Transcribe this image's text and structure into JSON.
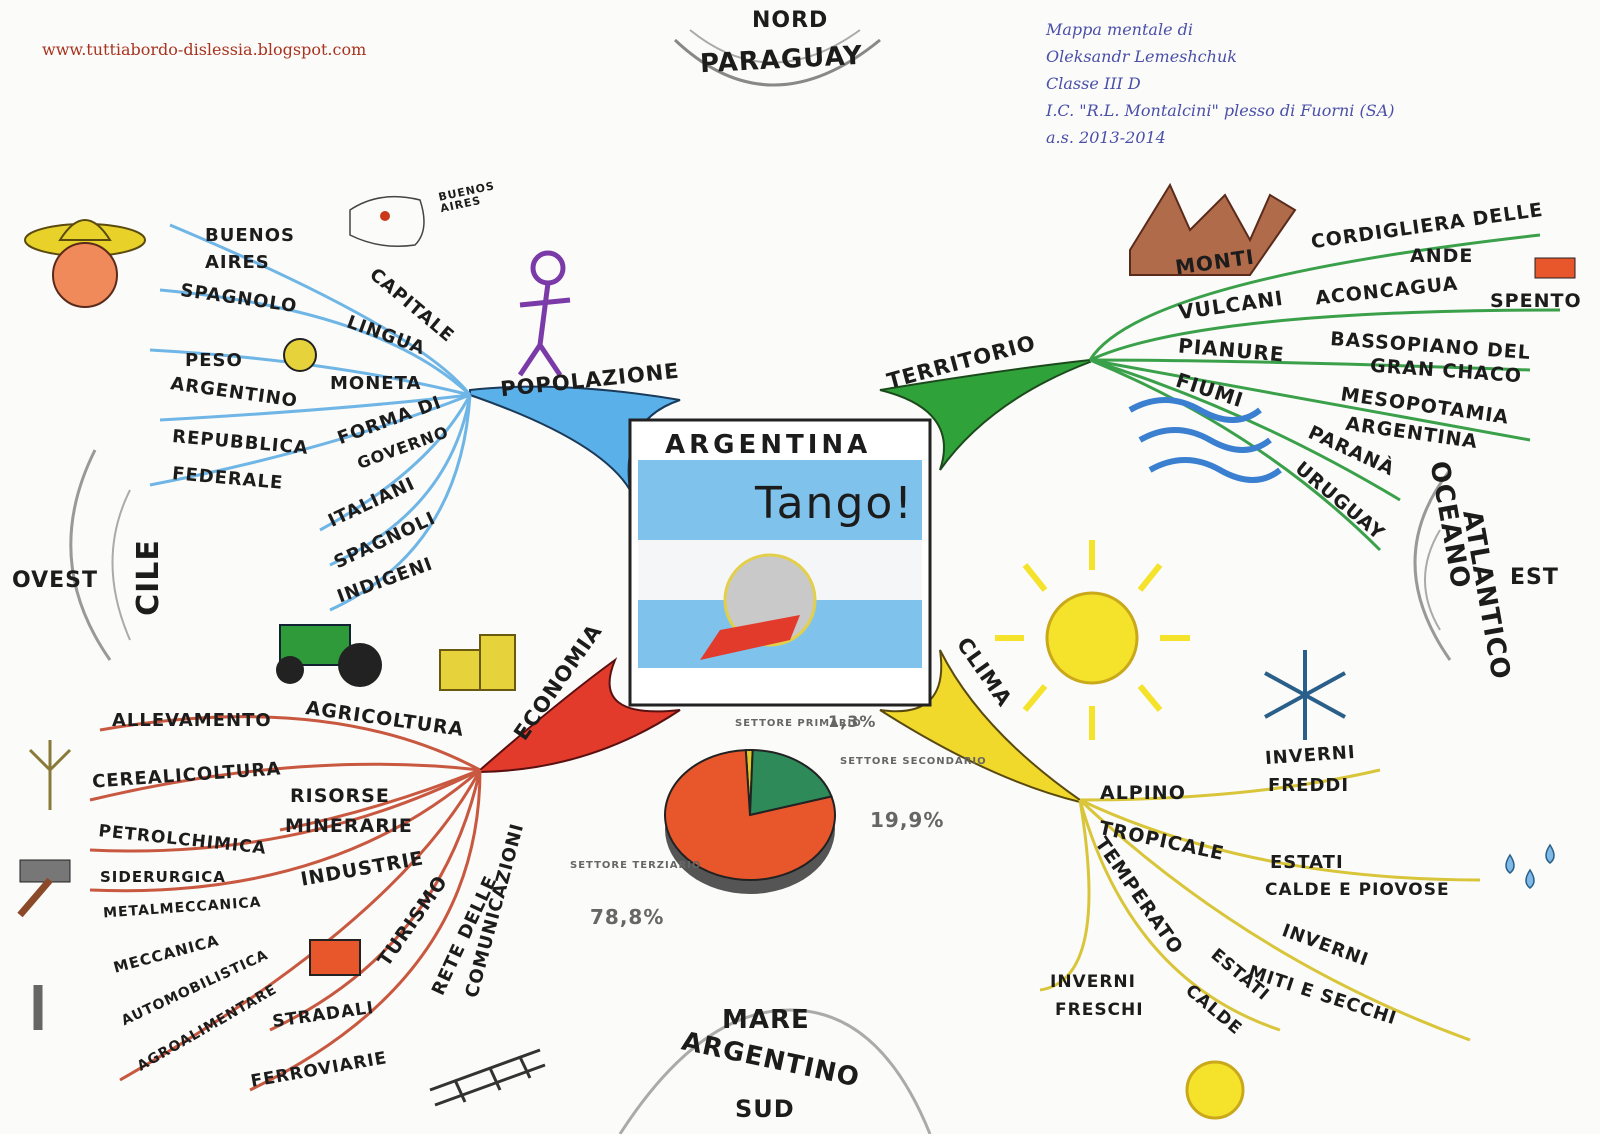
{
  "url": "www.tuttiabordo-dislessia.blogspot.com",
  "credits": [
    "Mappa mentale di",
    "Oleksandr Lemeshchuk",
    "Classe III D",
    "I.C. \"R.L. Montalcini\" plesso di Fuorni (SA)",
    "a.s. 2013-2014"
  ],
  "directions": {
    "north": [
      "NORD",
      "PARAGUAY"
    ],
    "south": [
      "MARE",
      "ARGENTINO",
      "SUD"
    ],
    "west": [
      "OVEST",
      "CILE"
    ],
    "east": [
      "EST",
      "OCEANO",
      "ATLANTICO"
    ]
  },
  "center": {
    "title": "ARGENTINA",
    "caption": "Tango!"
  },
  "popolazione": {
    "label": "POPOLAZIONE",
    "items": [
      "CAPITALE",
      "LINGUA",
      "MONETA",
      "FORMA DI",
      "GOVERNO",
      "ITALIANI",
      "SPAGNOLI",
      "INDIGENI"
    ],
    "details": [
      "BUENOS",
      "AIRES",
      "SPAGNOLO",
      "PESO",
      "ARGENTINO",
      "REPUBBLICA",
      "FEDERALE"
    ],
    "map_label": [
      "BUENOS",
      "AIRES"
    ]
  },
  "territorio": {
    "label": "TERRITORIO",
    "items": [
      "MONTI",
      "VULCANI",
      "PIANURE",
      "FIUMI"
    ],
    "details": [
      "CORDIGLIERA DELLE",
      "ANDE",
      "ACONCAGUA",
      "SPENTO",
      "BASSOPIANO DEL",
      "GRAN CHACO",
      "MESOPOTAMIA",
      "ARGENTINA",
      "PARANÀ",
      "URUGUAY"
    ]
  },
  "economia": {
    "label": "ECONOMIA",
    "items": [
      "AGRICOLTURA",
      "RISORSE",
      "MINERARIE",
      "INDUSTRIE",
      "TURISMO",
      "RETE DELLE",
      "COMUNICAZIONI"
    ],
    "details": [
      "ALLEVAMENTO",
      "CEREALICOLTURA",
      "PETROLCHIMICA",
      "SIDERURGICA",
      "METALMECCANICA",
      "MECCANICA",
      "AUTOMOBILISTICA",
      "AGROALIMENTARE",
      "STRADALI",
      "FERROVIARIE"
    ]
  },
  "clima": {
    "label": "CLIMA",
    "items": [
      "ALPINO",
      "TROPICALE",
      "TEMPERATO"
    ],
    "details": [
      "INVERNI",
      "FREDDI",
      "ESTATI",
      "CALDE E PIOVOSE",
      "INVERNI",
      "MITI E SECCHI",
      "INVERNI",
      "FRESCHI",
      "ESTATI",
      "CALDE"
    ]
  },
  "chart_data": {
    "type": "pie",
    "categories": [
      "SETTORE PRIMARIO",
      "SETTORE SECONDARIO",
      "SETTORE TERZIARIO"
    ],
    "values": [
      1.3,
      19.9,
      78.8
    ],
    "value_labels": [
      "1,3%",
      "19,9%",
      "78,8%"
    ],
    "colors": [
      "#e6c72a",
      "#2f8a5a",
      "#e8572c"
    ]
  },
  "colors": {
    "popolazione": "#5ab0e8",
    "territorio": "#2fa33a",
    "economia": "#e23b2b",
    "clima": "#f1d92b",
    "economia_branch": "#c8583f",
    "clima_branch": "#d9c53a"
  }
}
